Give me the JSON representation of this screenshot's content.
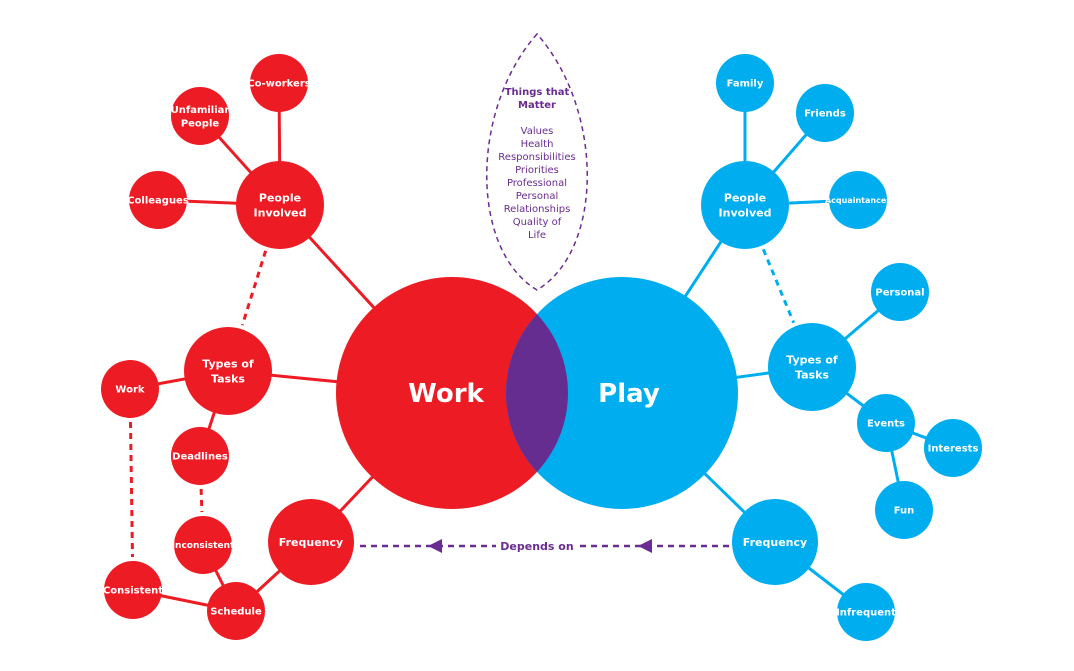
{
  "colors": {
    "work": "#ed1c24",
    "play": "#00aeef",
    "overlap": "#662d91",
    "accent": "#6a2c91"
  },
  "center": {
    "work": "Work",
    "play": "Play"
  },
  "matter": {
    "title": [
      "Things that",
      "Matter"
    ],
    "items": [
      "Values",
      "Health",
      "Responsibilities",
      "Priorities",
      "Professional",
      "Personal",
      "Relationships",
      "Quality of",
      "Life"
    ]
  },
  "depends_on": "Depends on",
  "work_nodes": {
    "coworkers": [
      "Co-workers"
    ],
    "unfamiliar": [
      "Unfamiliar",
      "People"
    ],
    "colleagues": [
      "Colleagues"
    ],
    "people": [
      "People",
      "Involved"
    ],
    "types": [
      "Types of",
      "Tasks"
    ],
    "work": [
      "Work"
    ],
    "deadlines": [
      "Deadlines"
    ],
    "inconsistent": [
      "Inconsistent"
    ],
    "consistent": [
      "Consistent"
    ],
    "schedule": [
      "Schedule"
    ],
    "frequency": [
      "Frequency"
    ]
  },
  "play_nodes": {
    "family": [
      "Family"
    ],
    "friends": [
      "Friends"
    ],
    "people": [
      "People",
      "Involved"
    ],
    "acquaintances": [
      "Acquaintances"
    ],
    "personal": [
      "Personal"
    ],
    "types": [
      "Types of",
      "Tasks"
    ],
    "events": [
      "Events"
    ],
    "interests": [
      "Interests"
    ],
    "fun": [
      "Fun"
    ],
    "frequency": [
      "Frequency"
    ],
    "infrequent": [
      "Infrequent"
    ]
  }
}
